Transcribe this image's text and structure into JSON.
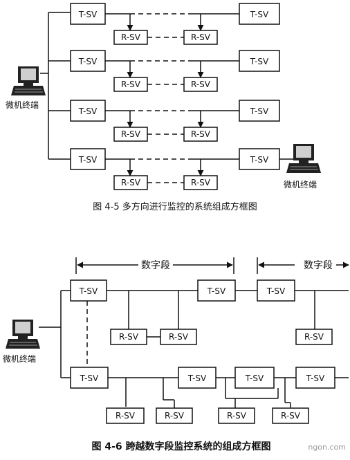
{
  "fig45": {
    "caption": "图 4-5 多方向进行监控的系统组成方框图",
    "terminal_left": "微机终端",
    "terminal_right": "微机终端",
    "t_label": "T-SV",
    "r_label": "R-SV"
  },
  "fig46": {
    "caption": "图 4-6  跨越数字段监控系统的组成方框图",
    "terminal": "微机终端",
    "segment_label_1": "数字段",
    "segment_label_2": "数字段",
    "t_label": "T-SV",
    "r_label": "R-SV"
  },
  "watermark": "ngon.com"
}
